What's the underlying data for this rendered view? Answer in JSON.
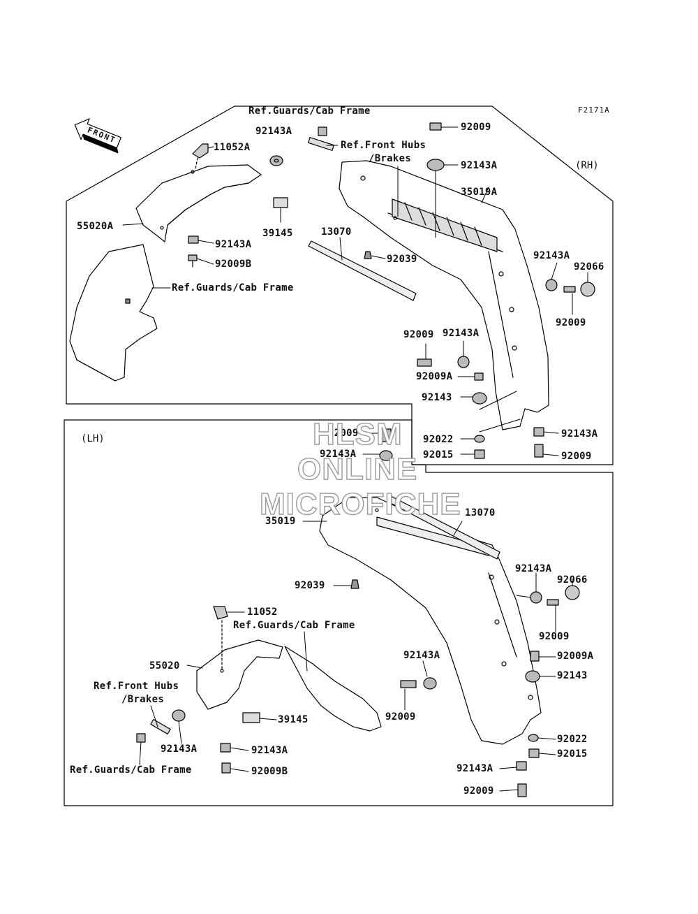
{
  "figure_code": "F2171A",
  "front_arrow": "FRONT",
  "rh": {
    "side_label": "(RH)",
    "parts": {
      "ref_guards_top": "Ref.Guards/Cab Frame",
      "p92143A_top": "92143A",
      "p11052A": "11052A",
      "p55020A": "55020A",
      "p92143A_mid": "92143A",
      "p92009B": "92009B",
      "ref_guards_shield": "Ref.Guards/Cab Frame",
      "p39145": "39145",
      "p13070": "13070",
      "p92039": "92039",
      "p92009_top": "92009",
      "ref_front_hubs": "Ref.Front Hubs",
      "brakes": "/Brakes",
      "p92143A_grom": "92143A",
      "p35019A": "35019A",
      "p92143A_r": "92143A",
      "p92066": "92066",
      "p92009_r": "92009",
      "p92009_l": "92009",
      "p92143A_l": "92143A",
      "p92009A": "92009A",
      "p92143": "92143",
      "p92022": "92022",
      "p92015": "92015",
      "p92143A_b": "92143A",
      "p92009_b": "92009"
    }
  },
  "lh": {
    "side_label": "(LH)",
    "parts": {
      "p92009_top": "92009",
      "p92143A_top": "92143A",
      "p35019": "35019",
      "p13070": "13070",
      "p92039": "92039",
      "p11052": "11052",
      "ref_guards_mid": "Ref.Guards/Cab Frame",
      "p55020": "55020",
      "ref_front_hubs": "Ref.Front Hubs",
      "brakes": "/Brakes",
      "p39145": "39145",
      "p92143A_grom": "92143A",
      "p92143A_mid": "92143A",
      "ref_guards_bot": "Ref.Guards/Cab Frame",
      "p92009B": "92009B",
      "p92143A_r": "92143A",
      "p92066": "92066",
      "p92009_r": "92009",
      "p92009A": "92009A",
      "p92143A_l": "92143A",
      "p92143": "92143",
      "p92009_l": "92009",
      "p92022": "92022",
      "p92015": "92015",
      "p92143A_b": "92143A",
      "p92009_b": "92009"
    }
  },
  "watermark": {
    "line1": "HLSM",
    "line2": "ONLINE",
    "line3": "MICROFICHE"
  }
}
